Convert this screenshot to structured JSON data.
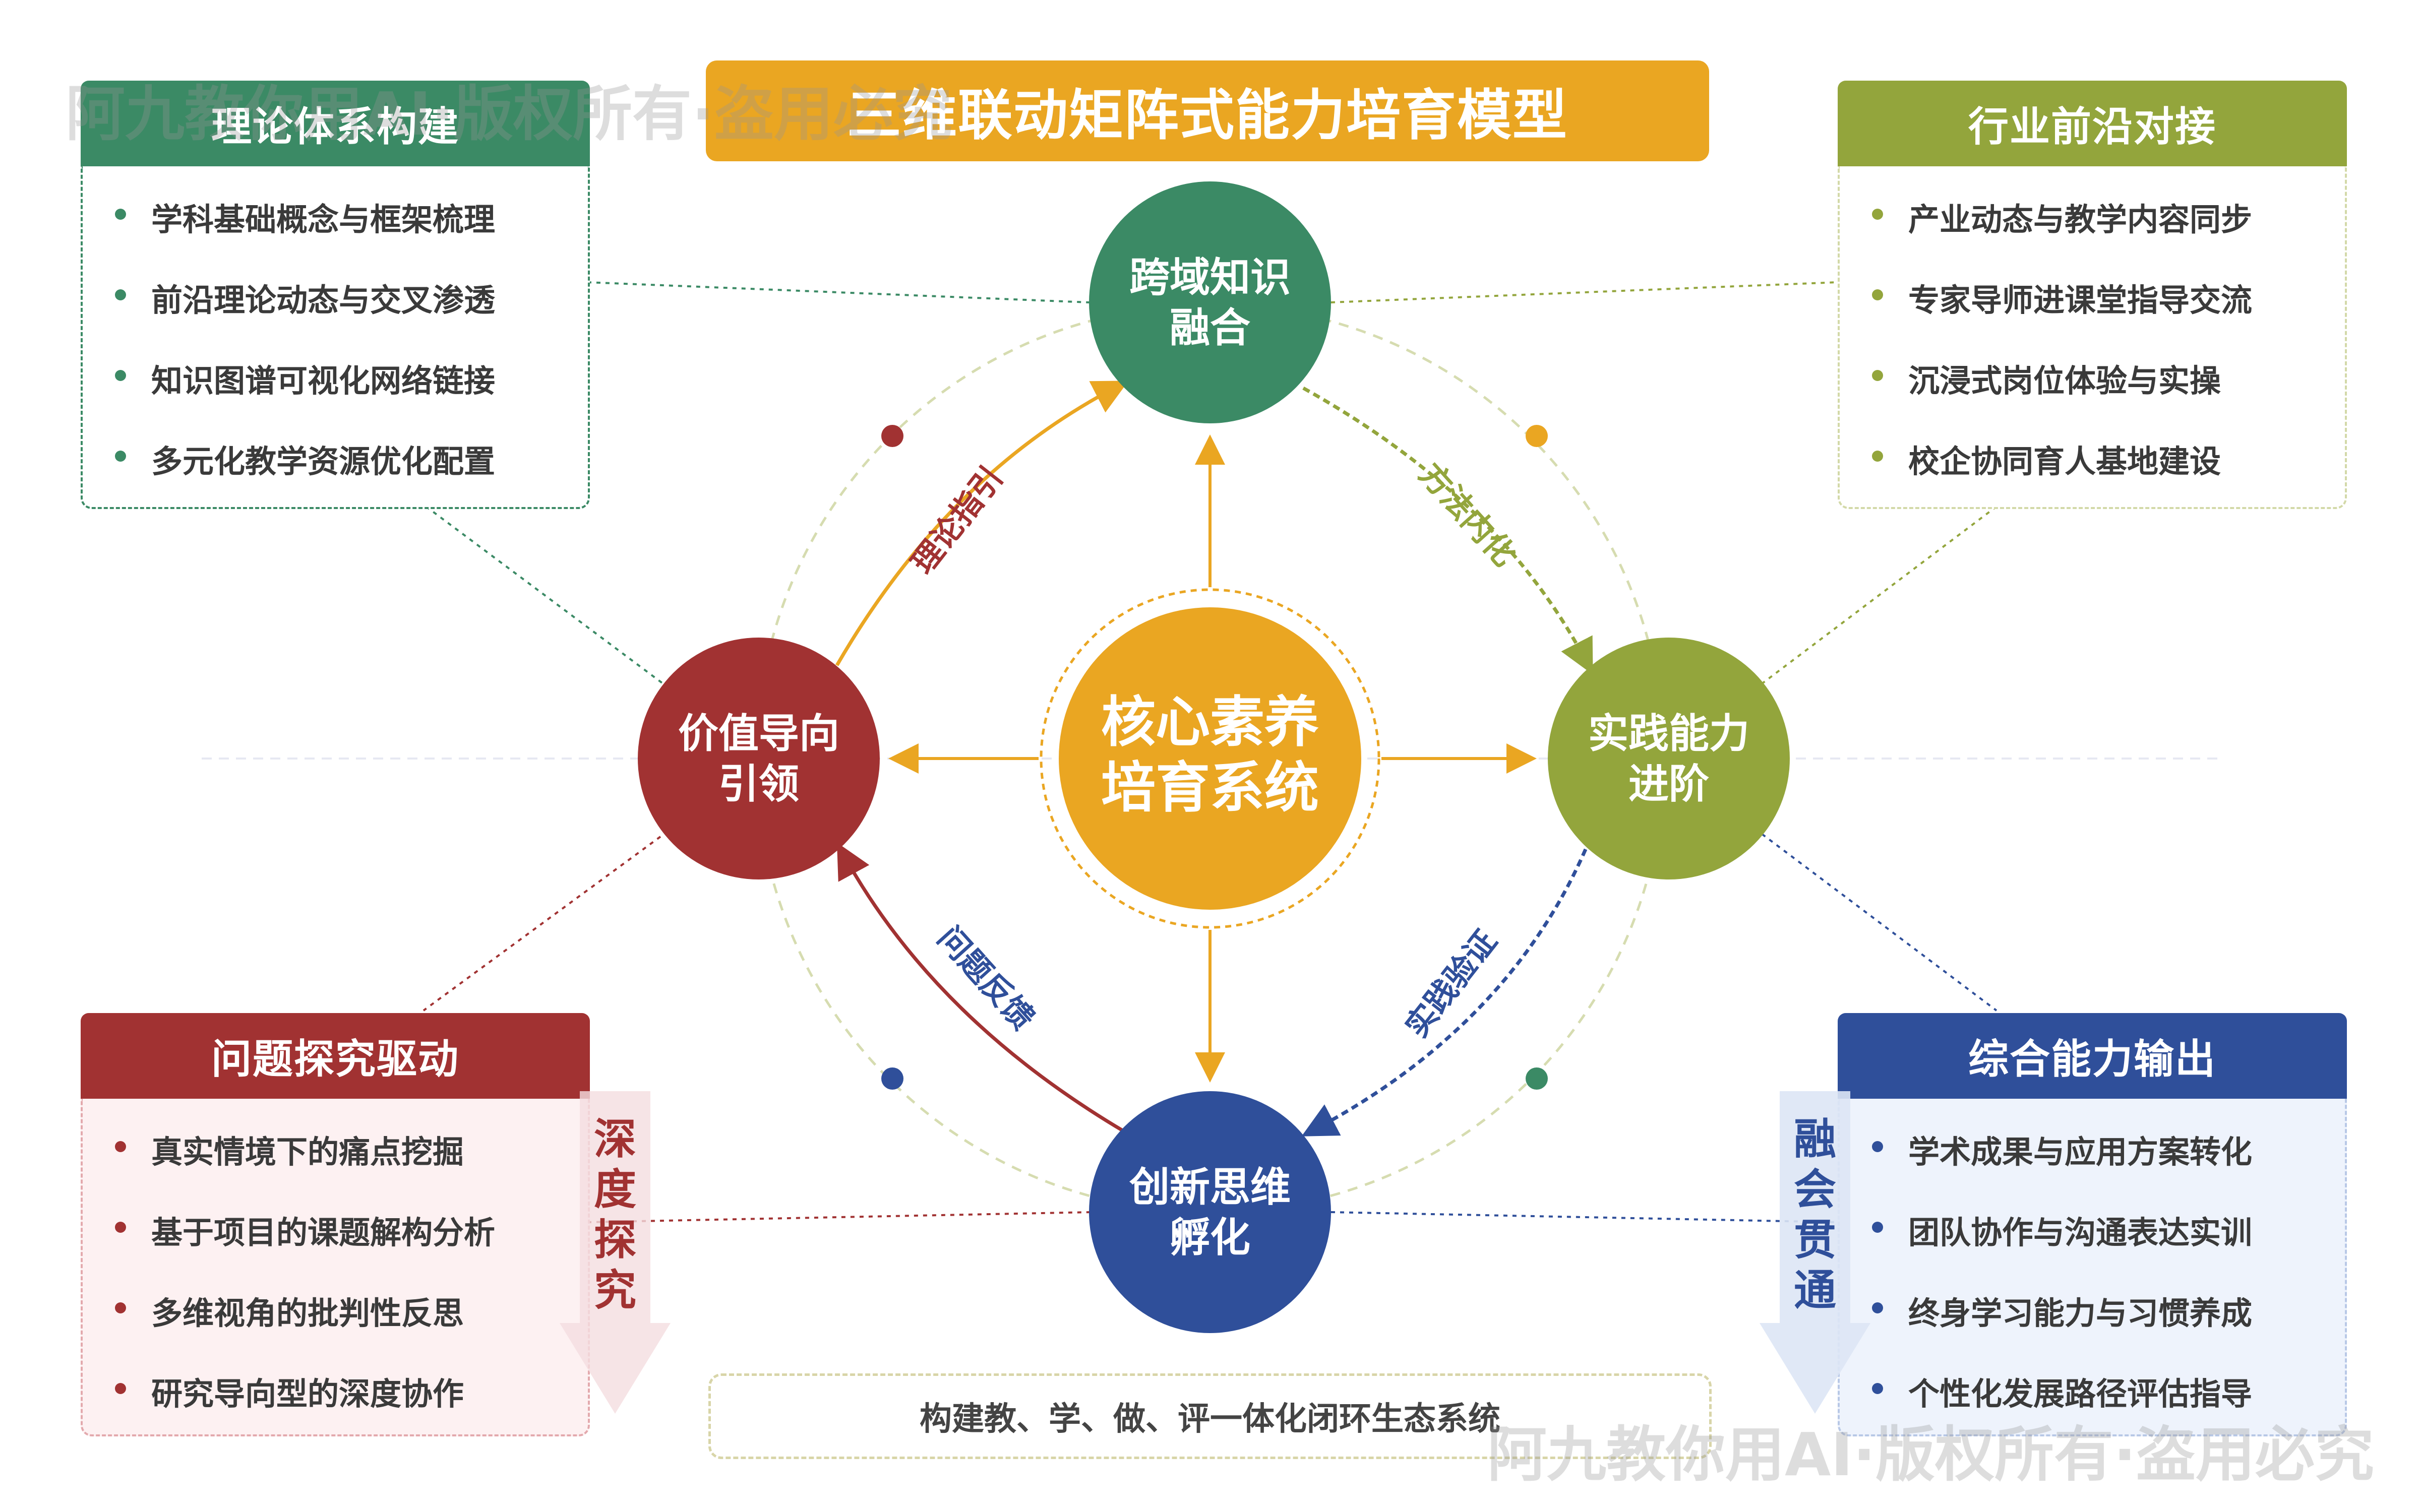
{
  "title": "三维联动矩阵式能力培育模型",
  "center": {
    "line1": "核心素养",
    "line2": "培育系统"
  },
  "nodes": {
    "top": {
      "line1": "跨域知识",
      "line2": "融合",
      "color": "#3b8a65"
    },
    "left": {
      "line1": "价值导向",
      "line2": "引领",
      "color": "#a13232"
    },
    "right": {
      "line1": "实践能力",
      "line2": "进阶",
      "color": "#93a53c"
    },
    "bottom": {
      "line1": "创新思维",
      "line2": "孵化",
      "color": "#2f4f9a"
    }
  },
  "arrow_labels": {
    "theory": "理论指引",
    "method": "方法内化",
    "practice": "实践验证",
    "feedback": "问题反馈"
  },
  "panels": {
    "top_left": {
      "header": "理论体系构建",
      "color": "#3b8a65",
      "items": [
        "学科基础概念与框架梳理",
        "前沿理论动态与交叉渗透",
        "知识图谱可视化网络链接",
        "多元化教学资源优化配置"
      ]
    },
    "top_right": {
      "header": "行业前沿对接",
      "color": "#93a53c",
      "items": [
        "产业动态与教学内容同步",
        "专家导师进课堂指导交流",
        "沉浸式岗位体验与实操",
        "校企协同育人基地建设"
      ]
    },
    "bottom_left": {
      "header": "问题探究驱动",
      "color": "#a13232",
      "items": [
        "真实情境下的痛点挖掘",
        "基于项目的课题解构分析",
        "多维视角的批判性反思",
        "研究导向型的深度协作"
      ]
    },
    "bottom_right": {
      "header": "综合能力输出",
      "color": "#2f4f9a",
      "items": [
        "学术成果与应用方案转化",
        "团队协作与沟通表达实训",
        "终身学习能力与习惯养成",
        "个性化发展路径评估指导"
      ]
    }
  },
  "side_labels": {
    "left": [
      "深",
      "度",
      "探",
      "究"
    ],
    "right": [
      "融",
      "会",
      "贯",
      "通"
    ]
  },
  "bottom_note": "构建教、学、做、评一体化闭环生态系统",
  "watermark": "阿九教你用AI·版权所有·盗用必究",
  "colors": {
    "accent": "#eaa622",
    "green": "#3b8a65",
    "red": "#a13232",
    "olive": "#93a53c",
    "blue": "#2f4f9a"
  }
}
